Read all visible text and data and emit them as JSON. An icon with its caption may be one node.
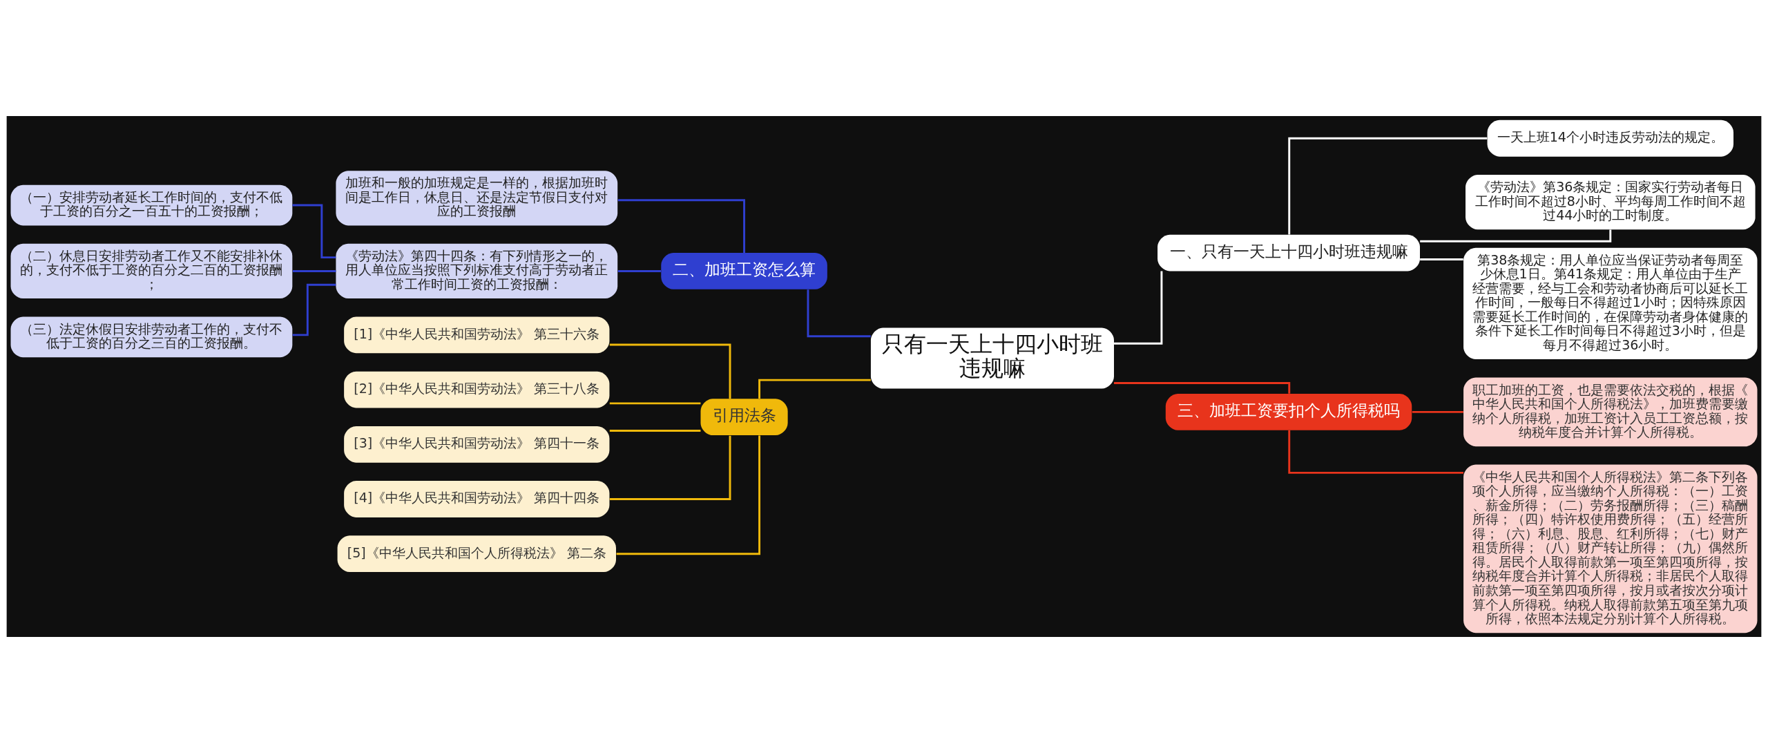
{
  "diagram": {
    "nodes": [
      {
        "text": [
          "只有一天上十四小时班违规嘛"
        ]
      },
      {
        "text": [
          "二、加班工资怎么算"
        ]
      },
      {
        "text": [
          "加班和一般的加班规定是一样的，根据加班时间是工作日，休息日、还是法定节假日支付对应的工资报酬"
        ]
      },
      {
        "text": [
          "《劳动法》第四十四条：有下列情形之一的，用人单位应当按照下列标准支付高于劳动者正常工作时间工资的工资报酬："
        ]
      },
      {
        "text": [
          "（一）安排劳动者延长工作时间的，支付不低于工资的百分之一百五十的工资报酬；"
        ]
      },
      {
        "text": [
          "（二）休息日安排劳动者工作又不能安排补休的，支付不低于工资的百分之二百的工资报酬；"
        ]
      },
      {
        "text": [
          "（三）法定休假日安排劳动者工作的，支付不低于工资的百分之三百的工资报酬。"
        ]
      },
      {
        "text": [
          "引用法条"
        ]
      },
      {
        "text": [
          "[1]《中华人民共和国劳动法》 第三十六条"
        ]
      },
      {
        "text": [
          "[2]《中华人民共和国劳动法》 第三十八条"
        ]
      },
      {
        "text": [
          "[3]《中华人民共和国劳动法》 第四十一条"
        ]
      },
      {
        "text": [
          "[4]《中华人民共和国劳动法》 第四十四条"
        ]
      },
      {
        "text": [
          "[5]《中华人民共和国个人所得税法》 第二条"
        ]
      },
      {
        "text": [
          "一、只有一天上十四小时班违规嘛"
        ]
      },
      {
        "text": [
          "一天上班14个小时违反劳动法的规定。"
        ]
      },
      {
        "text": [
          "《劳动法》第36条规定：国家实行劳动者每日工作时间不超过8小时、平均每周工作时间不超过44小时的工时制度。"
        ]
      },
      {
        "text": [
          "第38条规定：用人单位应当保证劳动者每周至少休息1日。第41条规定：用人单位由于生产经营需要，经与工会和劳动者协商后可以延长工作时间，一般每日不得超过1小时；因特殊原因需要延长工作时间的，在保障劳动者身体健康的条件下延长工作时间每日不得超过3小时，但是每月不得超过36小时。"
        ]
      },
      {
        "text": [
          "三、加班工资要扣个人所得税吗"
        ]
      },
      {
        "text": [
          "职工加班的工资，也是需要依法交税的，根据《中华人民共和国个人所得税法》，加班费需要缴纳个人所得税，加班工资计入员工工资总额，按纳税年度合并计算个人所得税。"
        ]
      },
      {
        "text": [
          "《中华人民共和国个人所得税法》第二条下列各项个人所得，应当缴纳个人所得税：（一）工资、薪金所得；（二）劳务报酬所得；（三）稿酬所得；（四）特许权使用费所得；（五）经营所得；（六）利息、股息、红利所得；（七）财产租赁所得；（八）财产转让所得；（九）偶然所得。居民个人取得前款第一项至第四项所得，按纳税年度合并计算个人所得税；非居民个人取得前款第一项至第四项所得，按月或者按次分项计算个人所得税。纳税人取得前款第五项至第九项所得，依照本法规定分别计算个人所得税。"
        ]
      }
    ],
    "edges": [
      {
        "from": 0,
        "to": 1,
        "arrow": "none",
        "color": "#2f3fd0"
      },
      {
        "from": 1,
        "to": 2,
        "arrow": "none",
        "color": "#2f3fd0"
      },
      {
        "from": 1,
        "to": 3,
        "arrow": "none",
        "color": "#2f3fd0"
      },
      {
        "from": 3,
        "to": 4,
        "arrow": "none",
        "color": "#2f3fd0"
      },
      {
        "from": 3,
        "to": 5,
        "arrow": "none",
        "color": "#2f3fd0"
      },
      {
        "from": 3,
        "to": 6,
        "arrow": "none",
        "color": "#2f3fd0"
      },
      {
        "from": 0,
        "to": 7,
        "arrow": "none",
        "color": "#f0b90b"
      },
      {
        "from": 7,
        "to": 8,
        "arrow": "none",
        "color": "#f0b90b"
      },
      {
        "from": 7,
        "to": 9,
        "arrow": "none",
        "color": "#f0b90b"
      },
      {
        "from": 7,
        "to": 10,
        "arrow": "none",
        "color": "#f0b90b"
      },
      {
        "from": 7,
        "to": 11,
        "arrow": "none",
        "color": "#f0b90b"
      },
      {
        "from": 7,
        "to": 12,
        "arrow": "none",
        "color": "#f0b90b"
      },
      {
        "from": 0,
        "to": 13,
        "arrow": "none",
        "color": "#ffffff"
      },
      {
        "from": 13,
        "to": 14,
        "arrow": "none",
        "color": "#ffffff"
      },
      {
        "from": 13,
        "to": 15,
        "arrow": "none",
        "color": "#ffffff"
      },
      {
        "from": 13,
        "to": 16,
        "arrow": "none",
        "color": "#ffffff"
      },
      {
        "from": 0,
        "to": 17,
        "arrow": "none",
        "color": "#e8341c"
      },
      {
        "from": 17,
        "to": 18,
        "arrow": "none",
        "color": "#e8341c"
      },
      {
        "from": 17,
        "to": 19,
        "arrow": "none",
        "color": "#e8341c"
      }
    ]
  }
}
